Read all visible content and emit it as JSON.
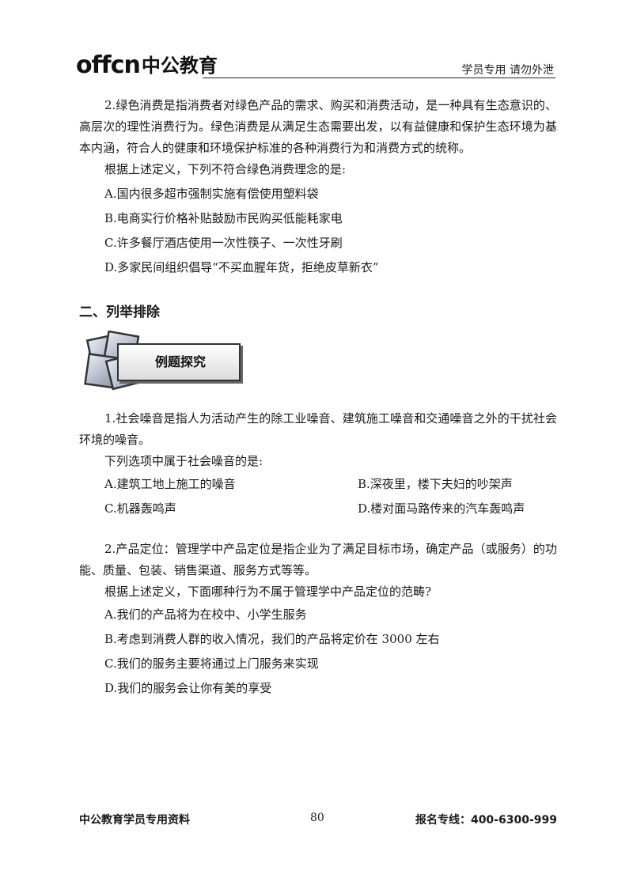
{
  "header": {
    "logo_latin": "offcn",
    "logo_cn": "中公教育",
    "right_text": "学员专用 请勿外泄"
  },
  "q_green": {
    "stem": "2.绿色消费是指消费者对绿色产品的需求、购买和消费活动，是一种具有生态意识的、高层次的理性消费行为。绿色消费是从满足生态需要出发，以有益健康和保护生态环境为基本内涵，符合人的健康和环境保护标准的各种消费行为和消费方式的统称。",
    "prompt": "根据上述定义，下列不符合绿色消费理念的是:",
    "options": [
      "A.国内很多超市强制实施有偿使用塑料袋",
      "B.电商实行价格补贴鼓励市民购买低能耗家电",
      "C.许多餐厅酒店使用一次性筷子、一次性牙刷",
      "D.多家民间组织倡导“不买血腥年货，拒绝皮草新衣”"
    ]
  },
  "section": {
    "title": "二、列举排除"
  },
  "badge": {
    "label": "例题探究"
  },
  "q_noise": {
    "stem": "1.社会噪音是指人为活动产生的除工业噪音、建筑施工噪音和交通噪音之外的干扰社会环境的噪音。",
    "prompt": "下列选项中属于社会噪音的是:",
    "options": [
      "A.建筑工地上施工的噪音",
      "B.深夜里，楼下夫妇的吵架声",
      "C.机器轰鸣声",
      "D.楼对面马路传来的汽车轰鸣声"
    ]
  },
  "q_position": {
    "stem": "2.产品定位：管理学中产品定位是指企业为了满足目标市场，确定产品（或服务）的功能、质量、包装、销售渠道、服务方式等等。",
    "prompt": "根据上述定义，下面哪种行为不属于管理学中产品定位的范畴?",
    "options": [
      "A.我们的产品将为在校中、小学生服务",
      "B.考虑到消费人群的收入情况，我们的产品将定价在 3000 左右",
      "C.我们的服务主要将通过上门服务来实现",
      "D.我们的服务会让你有美的享受"
    ]
  },
  "footer": {
    "left": "中公教育学员专用资料",
    "page": "80",
    "right": "报名专线：400-6300-999"
  }
}
